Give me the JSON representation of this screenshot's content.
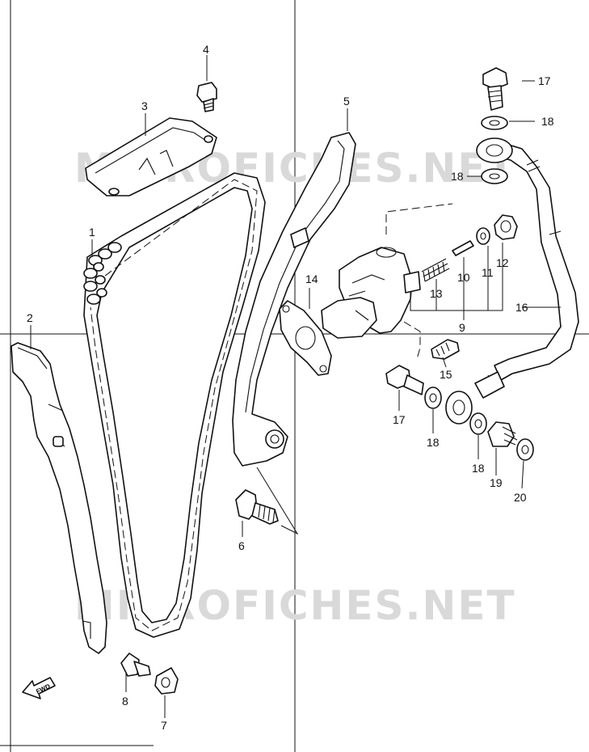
{
  "watermark": {
    "upper": "MICROFICHES.NET",
    "lower": "MICROFICHES.NET"
  },
  "fwd_arrow": {
    "label": "FWD"
  },
  "callouts": {
    "c1": "1",
    "c2": "2",
    "c3": "3",
    "c4": "4",
    "c5": "5",
    "c6": "6",
    "c7": "7",
    "c8": "8",
    "c9": "9",
    "c10": "10",
    "c11": "11",
    "c12": "12",
    "c13": "13",
    "c14": "14",
    "c15": "15",
    "c16": "16",
    "c17a": "17",
    "c17b": "17",
    "c18a": "18",
    "c18b": "18",
    "c18c": "18",
    "c18d": "18",
    "c19": "19",
    "c20": "20"
  }
}
